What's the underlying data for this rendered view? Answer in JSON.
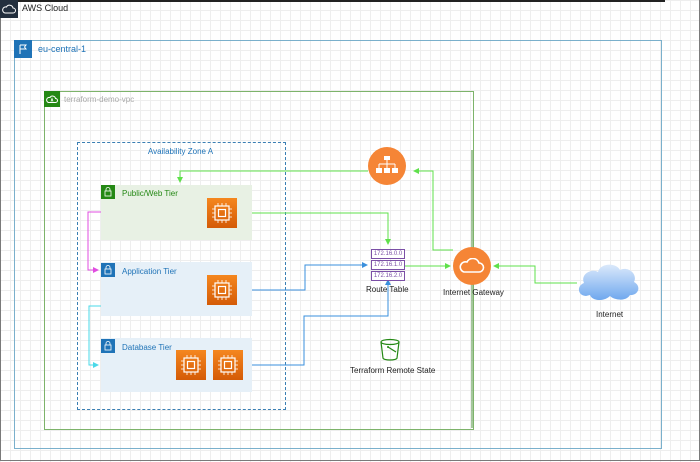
{
  "aws_cloud": {
    "label": "AWS Cloud",
    "icon": "aws-cloud-icon"
  },
  "region": {
    "label": "eu-central-1",
    "icon": "region-flag-icon"
  },
  "vpc": {
    "label": "terraform-demo-vpc",
    "icon": "vpc-cloud-icon"
  },
  "availability_zone": {
    "label": "Availability Zone A"
  },
  "tiers": [
    {
      "label": "Public/Web Tier",
      "icon": "lock-icon",
      "color": "#248814",
      "instances": 1
    },
    {
      "label": "Application Tier",
      "icon": "lock-icon",
      "color": "#1f73b7",
      "instances": 1
    },
    {
      "label": "Database Tier",
      "icon": "lock-icon",
      "color": "#1f73b7",
      "instances": 2
    }
  ],
  "load_balancer": {
    "icon": "load-balancer-icon"
  },
  "route_table": {
    "label": "Route Table",
    "entries": [
      "172.16.0.0",
      "172.16.1.0",
      "172.16.2.0"
    ]
  },
  "internet_gateway": {
    "label": "Internet Gateway",
    "icon": "internet-gateway-icon"
  },
  "internet": {
    "label": "Internet",
    "icon": "internet-cloud-icon"
  },
  "remote_state": {
    "label": "Terraform Remote State",
    "icon": "s3-bucket-icon"
  },
  "colors": {
    "aws_orange": "#f58536",
    "region_blue": "#1f73b7",
    "vpc_green": "#248814",
    "route_purple": "#7b4fa6",
    "link_green": "#5fe04b",
    "link_blue": "#3a8fdc",
    "link_magenta": "#e04de0",
    "link_cyan": "#4ad9e8"
  }
}
